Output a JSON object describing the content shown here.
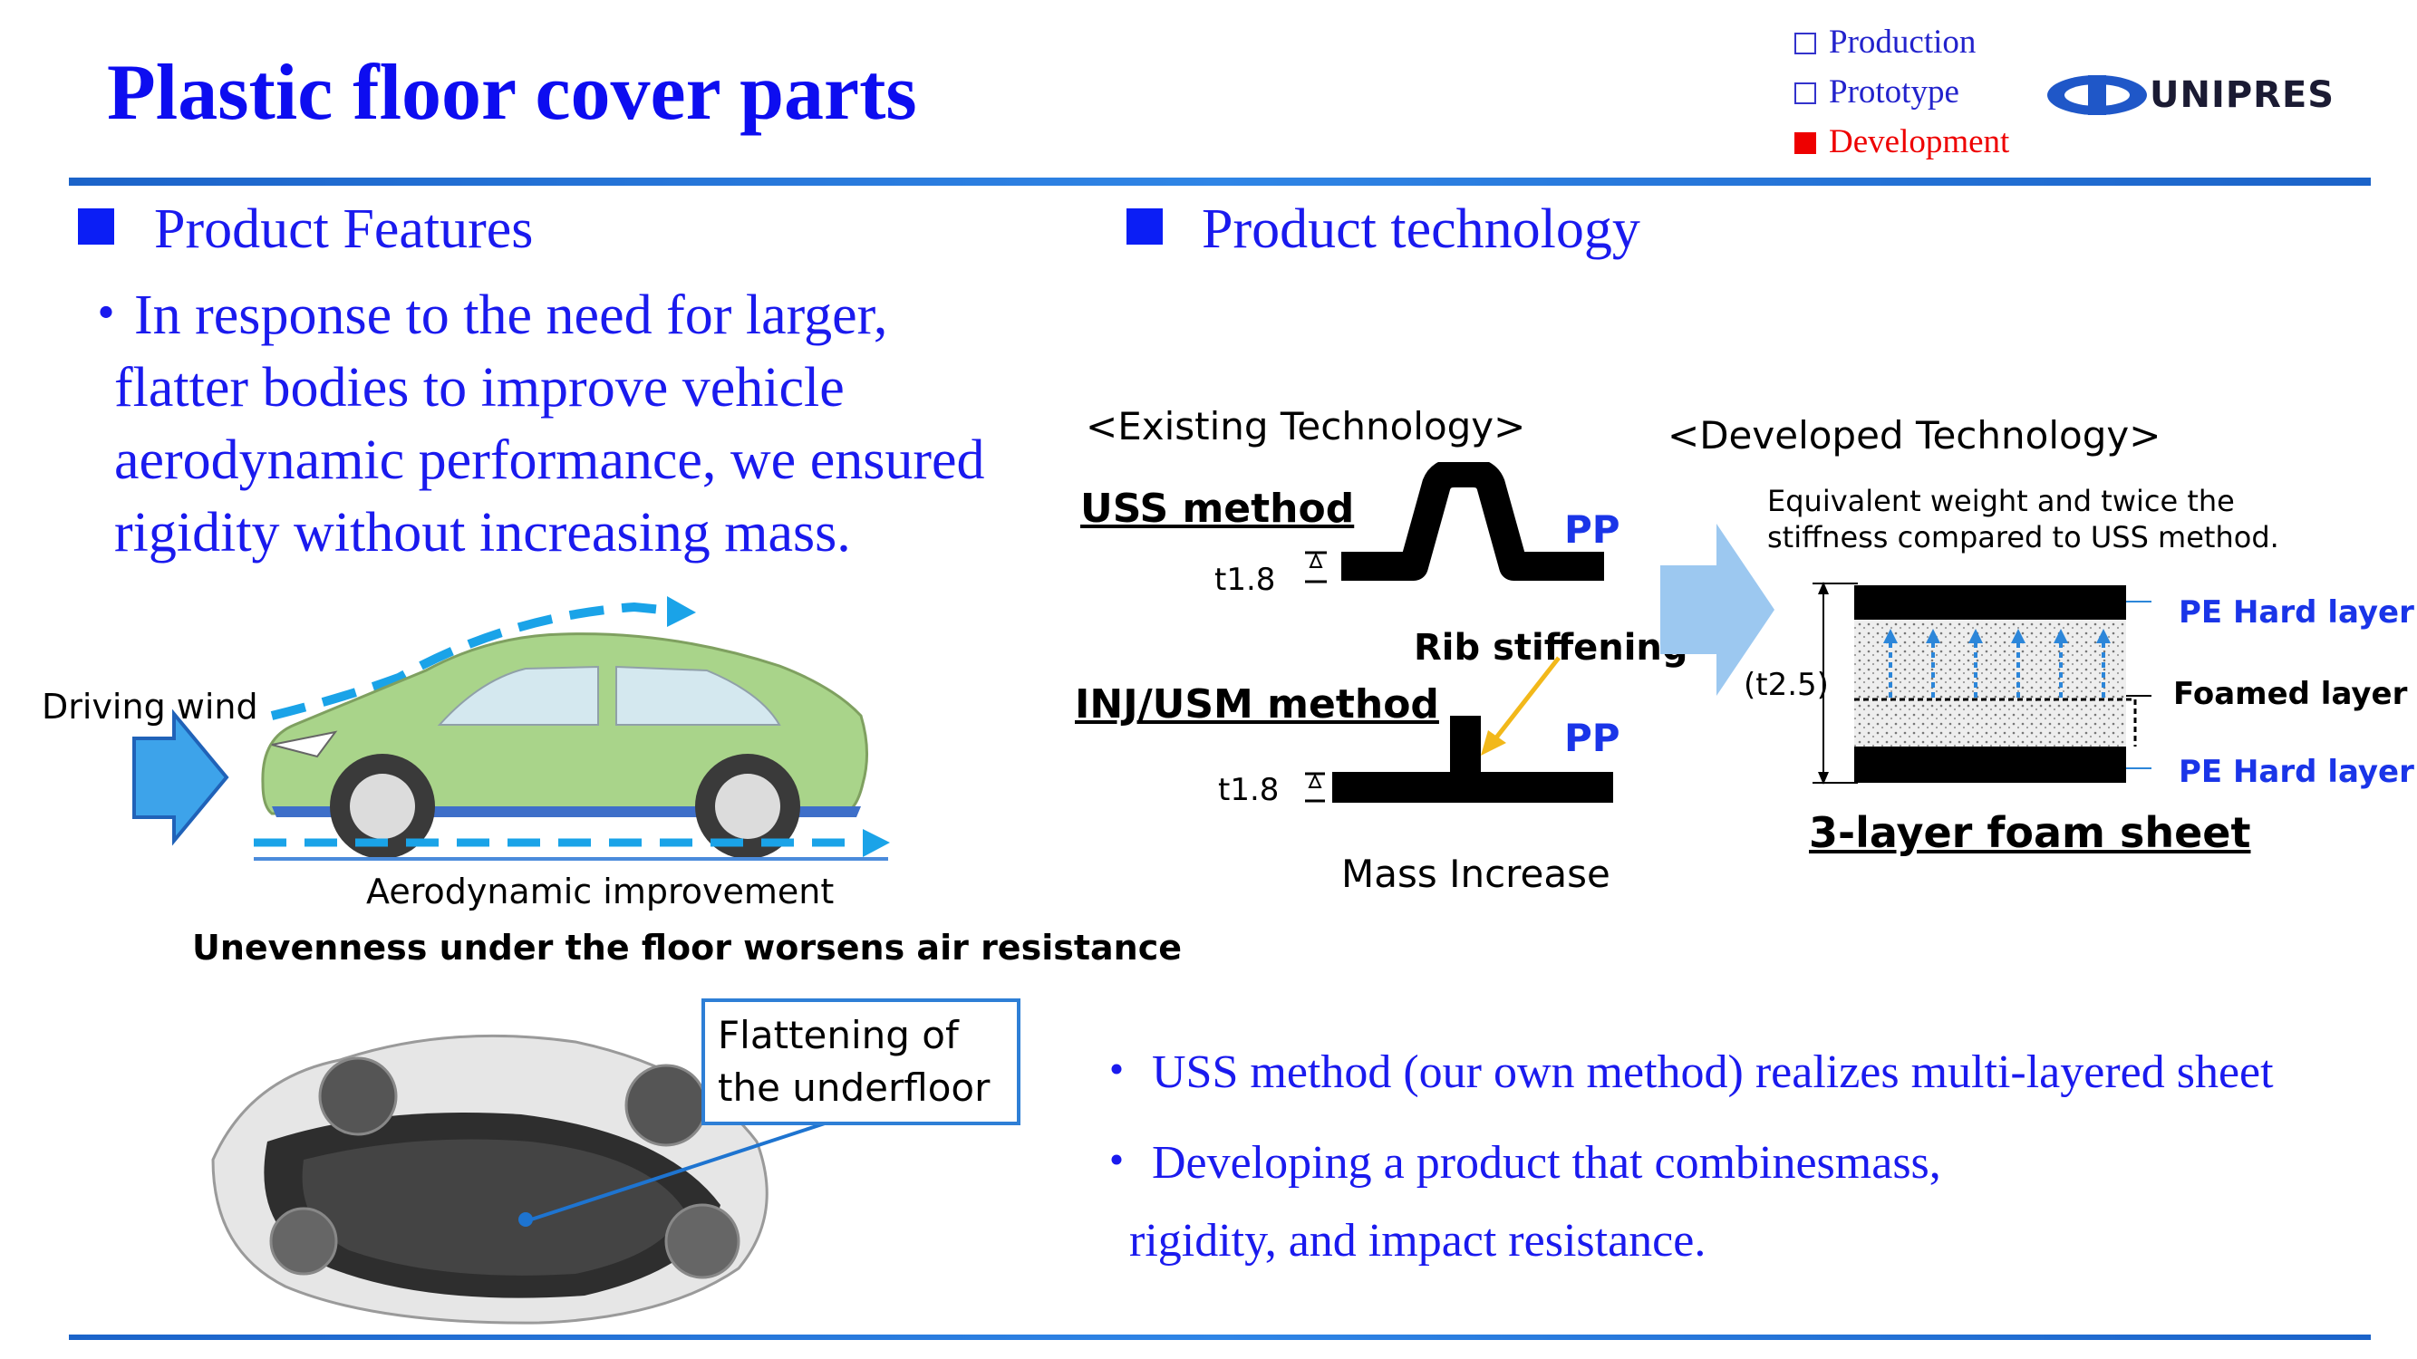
{
  "header": {
    "title": "Plastic floor cover parts",
    "status": [
      {
        "label": "Production",
        "checked": false
      },
      {
        "label": "Prototype",
        "checked": false
      },
      {
        "label": "Development",
        "checked": true
      }
    ],
    "logo_text": "UNIPRES"
  },
  "features": {
    "heading": "Product Features",
    "bullet_lines": [
      "・In response to the need for larger,",
      "flatter bodies to improve vehicle",
      "aerodynamic performance, we ensured",
      "rigidity without increasing mass."
    ],
    "driving_wind": "Driving wind",
    "aero_caption": "Aerodynamic improvement",
    "floor_caption": "Unevenness under the floor worsens air resistance",
    "callout_line1": "Flattening of",
    "callout_line2": "the underfloor"
  },
  "technology": {
    "heading": "Product technology",
    "existing": {
      "title": "<Existing Technology>",
      "uss_label": "USS method",
      "pp1": "PP",
      "t1": "t1.8",
      "rib": "Rib stiffening",
      "inj_label": "INJ/USM method",
      "pp2": "PP",
      "t2": "t1.8",
      "mass": "Mass Increase"
    },
    "developed": {
      "title": "<Developed Technology>",
      "desc1": "Equivalent weight and twice the",
      "desc2": "stiffness compared to USS  method.",
      "thickness": "(t2.5)",
      "layer_top": "PE Hard layer",
      "layer_mid": "Foamed layer",
      "layer_bot": "PE Hard layer",
      "sheet_caption": "3-layer foam sheet"
    }
  },
  "bullets": {
    "line1": "・ USS method (our own method) realizes multi-layered sheet",
    "line2": "・ Developing a product that combinesmass,",
    "line3": "rigidity, and impact resistance."
  },
  "colors": {
    "title_blue": "#0d0df0",
    "rule_blue": "#2f85e6",
    "development_red": "#ee0000",
    "car_green": "#a9d48a",
    "wind_blue": "#1aa3e8"
  }
}
